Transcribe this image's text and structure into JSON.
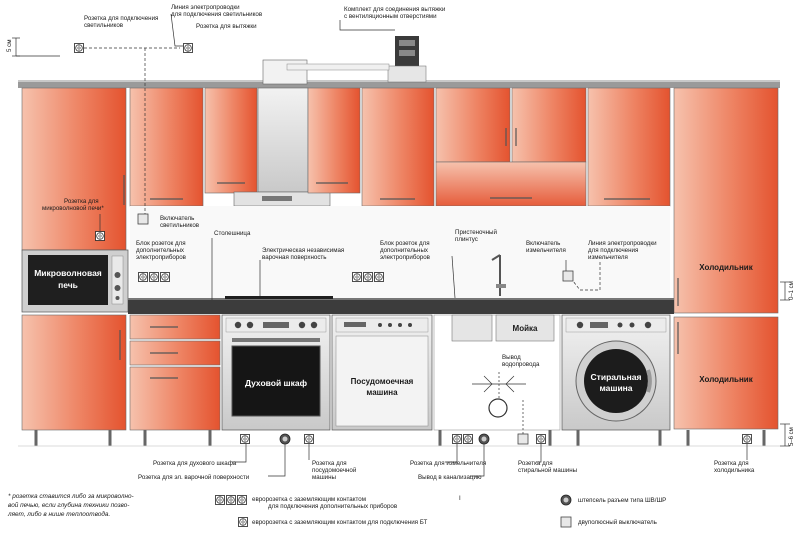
{
  "colors": {
    "cabinet_light": "#f4b39a",
    "cabinet_dark": "#e8573a",
    "countertop": "#3c3c3c",
    "steel": "#d9d9d9",
    "outline": "#555555"
  },
  "labels": {
    "lighting_socket": [
      "Розетка для подключения",
      "светильников"
    ],
    "lighting_line": [
      "Линия электропроводки",
      "для подключения светильников"
    ],
    "hood_socket": "Розетка для вытяжки",
    "hood_kit": [
      "Комплект для соединения вытяжки",
      "с вентиляционным отверстиями"
    ],
    "dim_5cm": "5 см",
    "micro_socket": [
      "Розетка для",
      "микроволновой печи*"
    ],
    "light_switch": [
      "Включатель",
      "светильников"
    ],
    "block_left": [
      "Блок розеток для",
      "дополнительных",
      "электроприборов"
    ],
    "countertop": "Столешница",
    "hob": [
      "Электрическая независимая",
      "варочная поверхность"
    ],
    "block_right": [
      "Блок розеток для",
      "дополнительных",
      "электроприборов"
    ],
    "plinth": [
      "Пристеночный",
      "плинтус"
    ],
    "chopper_switch": [
      "Включатель",
      "измельчителя"
    ],
    "chopper_line": [
      "Линия электропроводки",
      "для подключения",
      "измельчителя"
    ],
    "dim_01cm": "0–1 см",
    "dim_56cm": "5–6 см",
    "microwave": [
      "Микроволновая",
      "печь"
    ],
    "fridge_top": "Холодильник",
    "fridge_bottom": "Холодильник",
    "sink": "Мойка",
    "drain_outlet": [
      "Вывод",
      "водопровода"
    ],
    "oven": "Духовой шкаф",
    "dishwasher": [
      "Посудомоечная",
      "машина"
    ],
    "washer": [
      "Стиральная",
      "машина"
    ],
    "oven_socket": "Розетка для духового шкафа",
    "hob_socket": "Розетка для эл. варочной поверхности",
    "dishwasher_socket": [
      "Розетка для",
      "посудомоечной",
      "машины"
    ],
    "chopper_socket": "Розетка для измельчителя",
    "sewer_outlet": "Вывод в канализацию",
    "washer_socket": [
      "Розетка для",
      "стиральной машины"
    ],
    "fridge_socket": [
      "Розетка для",
      "холодильника"
    ]
  },
  "footnote": [
    "* розетка ставится либо за микроволно-",
    "вой печью, если глубина техники позво-",
    "ляет, либо в нише теплоотвода."
  ],
  "legend": {
    "euro_socket": [
      "евророзетка с заземляющим контактом",
      "для подключения дополнительных приборов"
    ],
    "euro_socket_bt": "евророзетка с заземляющим контактом для подключения БТ",
    "plug": "штепсель разъем типа ШВ/ШР",
    "switch": "двуполюсный выключатель",
    "separator": "I"
  }
}
